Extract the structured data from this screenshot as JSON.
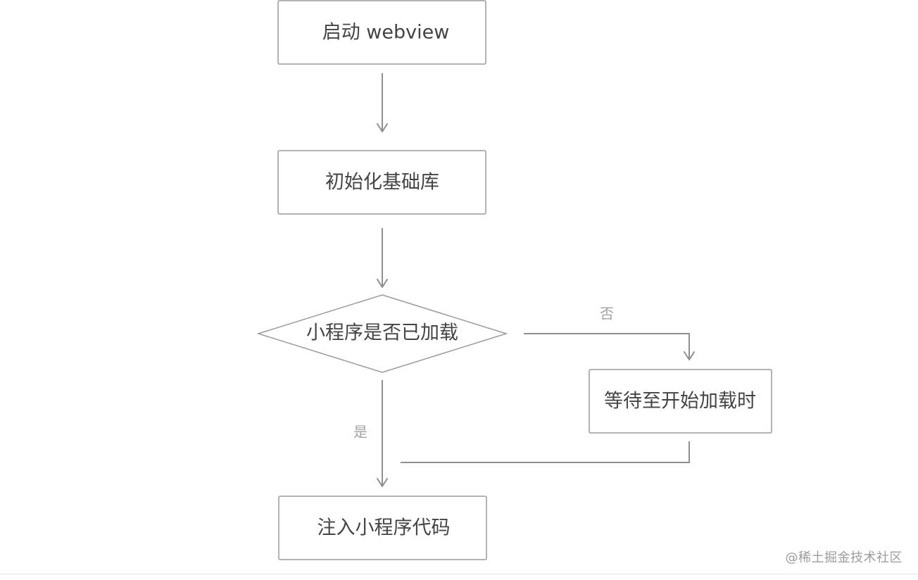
{
  "nodes": {
    "start_webview": "启动 webview",
    "init_base_lib": "初始化基础库",
    "is_loaded": "小程序是否已加载",
    "wait_load": "等待至开始加载时",
    "inject_code": "注入小程序代码"
  },
  "edges": {
    "yes_label": "是",
    "no_label": "否"
  },
  "watermark": "@稀土掘金技术社区",
  "colors": {
    "stroke": "#9a9a9a",
    "text": "#444444",
    "label": "#a3a3a3"
  }
}
